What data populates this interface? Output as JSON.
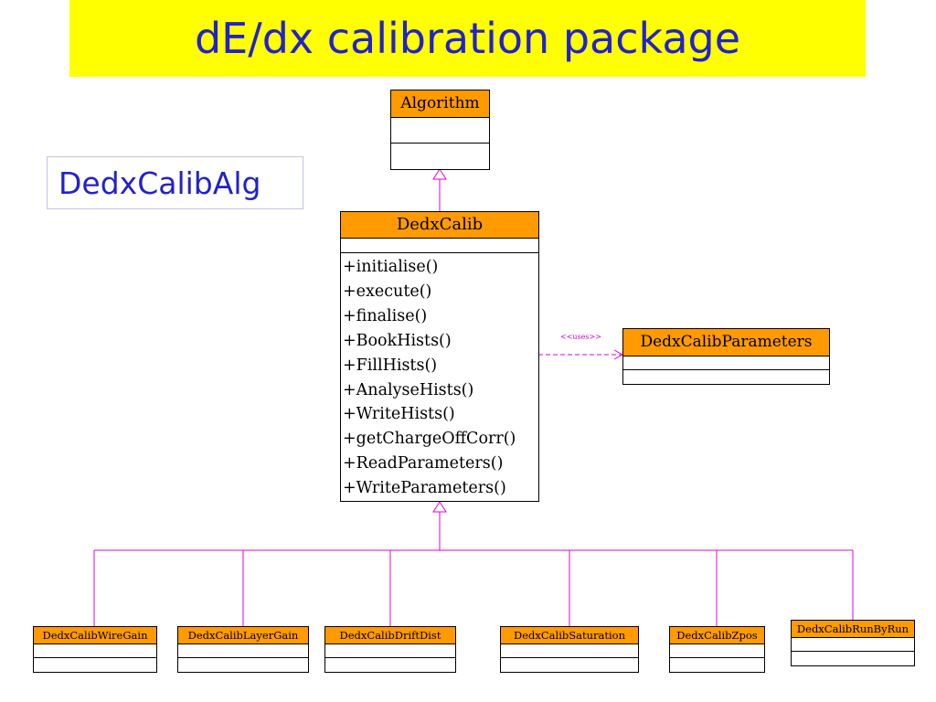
{
  "title": "dE/dx calibration package",
  "package_label": "DedxCalibAlg",
  "classes": {
    "algorithm": {
      "name": "Algorithm"
    },
    "dedxcalib": {
      "name": "DedxCalib",
      "methods": [
        "+initialise()",
        "+execute()",
        "+finalise()",
        "+BookHists()",
        "+FillHists()",
        "+AnalyseHists()",
        "+WriteHists()",
        "+getChargeOffCorr()",
        "+ReadParameters()",
        "+WriteParameters()"
      ]
    },
    "parameters": {
      "name": "DedxCalibParameters"
    },
    "wire_gain": {
      "name": "DedxCalibWireGain"
    },
    "layer_gain": {
      "name": "DedxCalibLayerGain"
    },
    "drift_dist": {
      "name": "DedxCalibDriftDist"
    },
    "saturation": {
      "name": "DedxCalibSaturation"
    },
    "zpos": {
      "name": "DedxCalibZpos"
    },
    "run_by_run": {
      "name": "DedxCalibRunByRun"
    }
  },
  "uses_label": "<<uses>>",
  "colors": {
    "banner": "#ffff00",
    "title_text": "#2222cc",
    "class_header": "#ff9a00",
    "connector": "#e000e0"
  }
}
